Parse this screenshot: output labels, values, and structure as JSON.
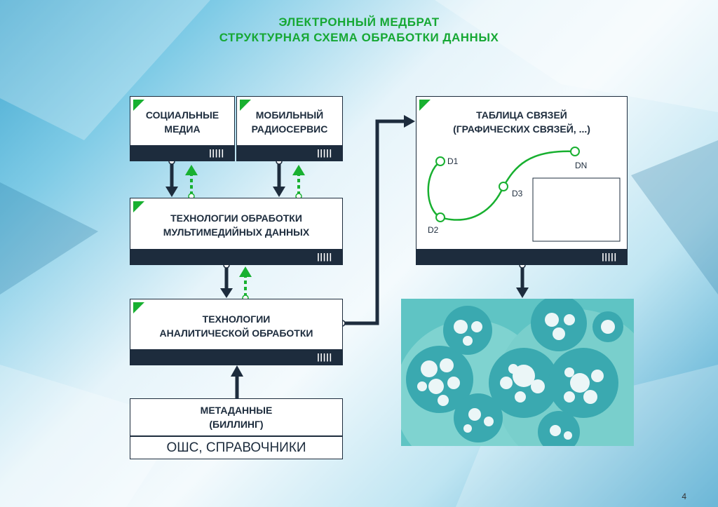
{
  "title": {
    "line1": "ЭЛЕКТРОННЫЙ МЕДБРАТ",
    "line2": "СТРУКТУРНАЯ СХЕМА ОБРАБОТКИ ДАННЫХ"
  },
  "boxes": {
    "social": {
      "line1": "СОЦИАЛЬНЫЕ",
      "line2": "МЕДИА",
      "ticks": "|||||"
    },
    "mobile": {
      "line1": "МОБИЛЬНЫЙ",
      "line2": "РАДИОСЕРВИС",
      "ticks": "|||||"
    },
    "multimedia": {
      "line1": "ТЕХНОЛОГИИ ОБРАБОТКИ",
      "line2": "МУЛЬТИМЕДИЙНЫХ ДАННЫХ",
      "ticks": "|||||"
    },
    "analytic": {
      "line1": "ТЕХНОЛОГИИ",
      "line2": "АНАЛИТИЧЕСКОЙ ОБРАБОТКИ",
      "ticks": "|||||"
    },
    "links": {
      "line1": "ТАБЛИЦА СВЯЗЕЙ",
      "line2": "(ГРАФИЧЕСКИХ СВЯЗЕЙ, ...)",
      "ticks": "|||||"
    },
    "metadata": {
      "line1": "МЕТАДАННЫЕ",
      "line2": "(БИЛЛИНГ)"
    },
    "references": {
      "text": "ОШС, СПРАВОЧНИКИ"
    }
  },
  "graph_nodes": {
    "d1": "D1",
    "d2": "D2",
    "d3": "D3",
    "dn": "DN"
  },
  "colors": {
    "accent_green": "#18b030",
    "dark_navy": "#1d2c3d",
    "title_green": "#16a834",
    "cluster_teal": "#5fc4c4"
  },
  "page_number": "4"
}
